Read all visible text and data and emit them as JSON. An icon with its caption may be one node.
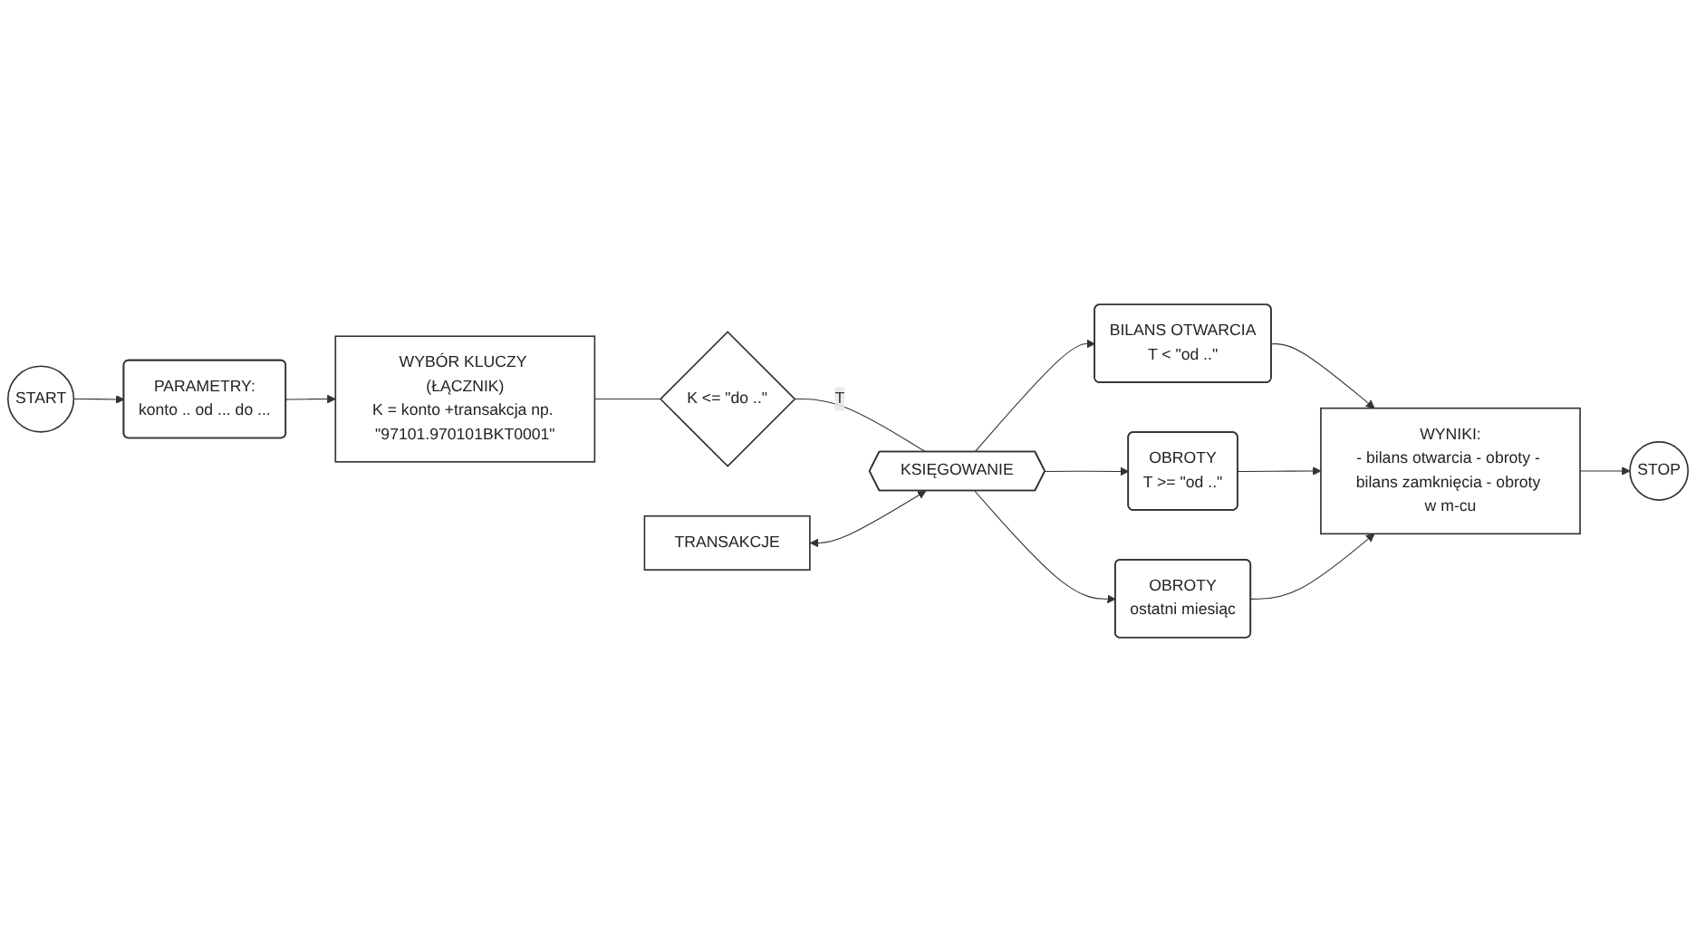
{
  "diagram": {
    "nodes": [
      {
        "text": [
          "START"
        ]
      },
      {
        "text": [
          "PARAMETRY:",
          "konto .. od ... do ..."
        ]
      },
      {
        "text": [
          "WYBÓR KLUCZY (ŁĄCZNIK)",
          "K = konto +transakcja np. \"97101.970101BKT0001\""
        ]
      },
      {
        "text": [
          "K <= \"do ..\""
        ]
      },
      {
        "text": [
          "KSIĘGOWANIE"
        ]
      },
      {
        "text": [
          "BILANS OTWARCIA",
          "T < \"od ..\""
        ]
      },
      {
        "text": [
          "OBROTY",
          "T >= \"od ..\""
        ]
      },
      {
        "text": [
          "OBROTY",
          "ostatni miesiąc"
        ]
      },
      {
        "text": [
          "TRANSAKCJE"
        ]
      },
      {
        "text": [
          "WYNIKI:",
          "- bilans otwarcia - obroty - bilans zamknięcia - obroty w m-cu"
        ]
      },
      {
        "text": [
          "STOP"
        ]
      }
    ],
    "edges": [
      {
        "from": 0,
        "to": 1,
        "arrow": "to"
      },
      {
        "from": 1,
        "to": 2,
        "arrow": "to"
      },
      {
        "from": 2,
        "to": 3,
        "arrow": "none"
      },
      {
        "from": 3,
        "to": 4,
        "arrow": "none",
        "label": "T"
      },
      {
        "from": 4,
        "to": 5,
        "arrow": "to"
      },
      {
        "from": 4,
        "to": 6,
        "arrow": "to"
      },
      {
        "from": 4,
        "to": 7,
        "arrow": "to"
      },
      {
        "from": 8,
        "to": 4,
        "arrow": "both"
      },
      {
        "from": 5,
        "to": 9,
        "arrow": "to"
      },
      {
        "from": 6,
        "to": 9,
        "arrow": "to"
      },
      {
        "from": 7,
        "to": 9,
        "arrow": "to"
      },
      {
        "from": 9,
        "to": 10,
        "arrow": "to"
      }
    ]
  }
}
